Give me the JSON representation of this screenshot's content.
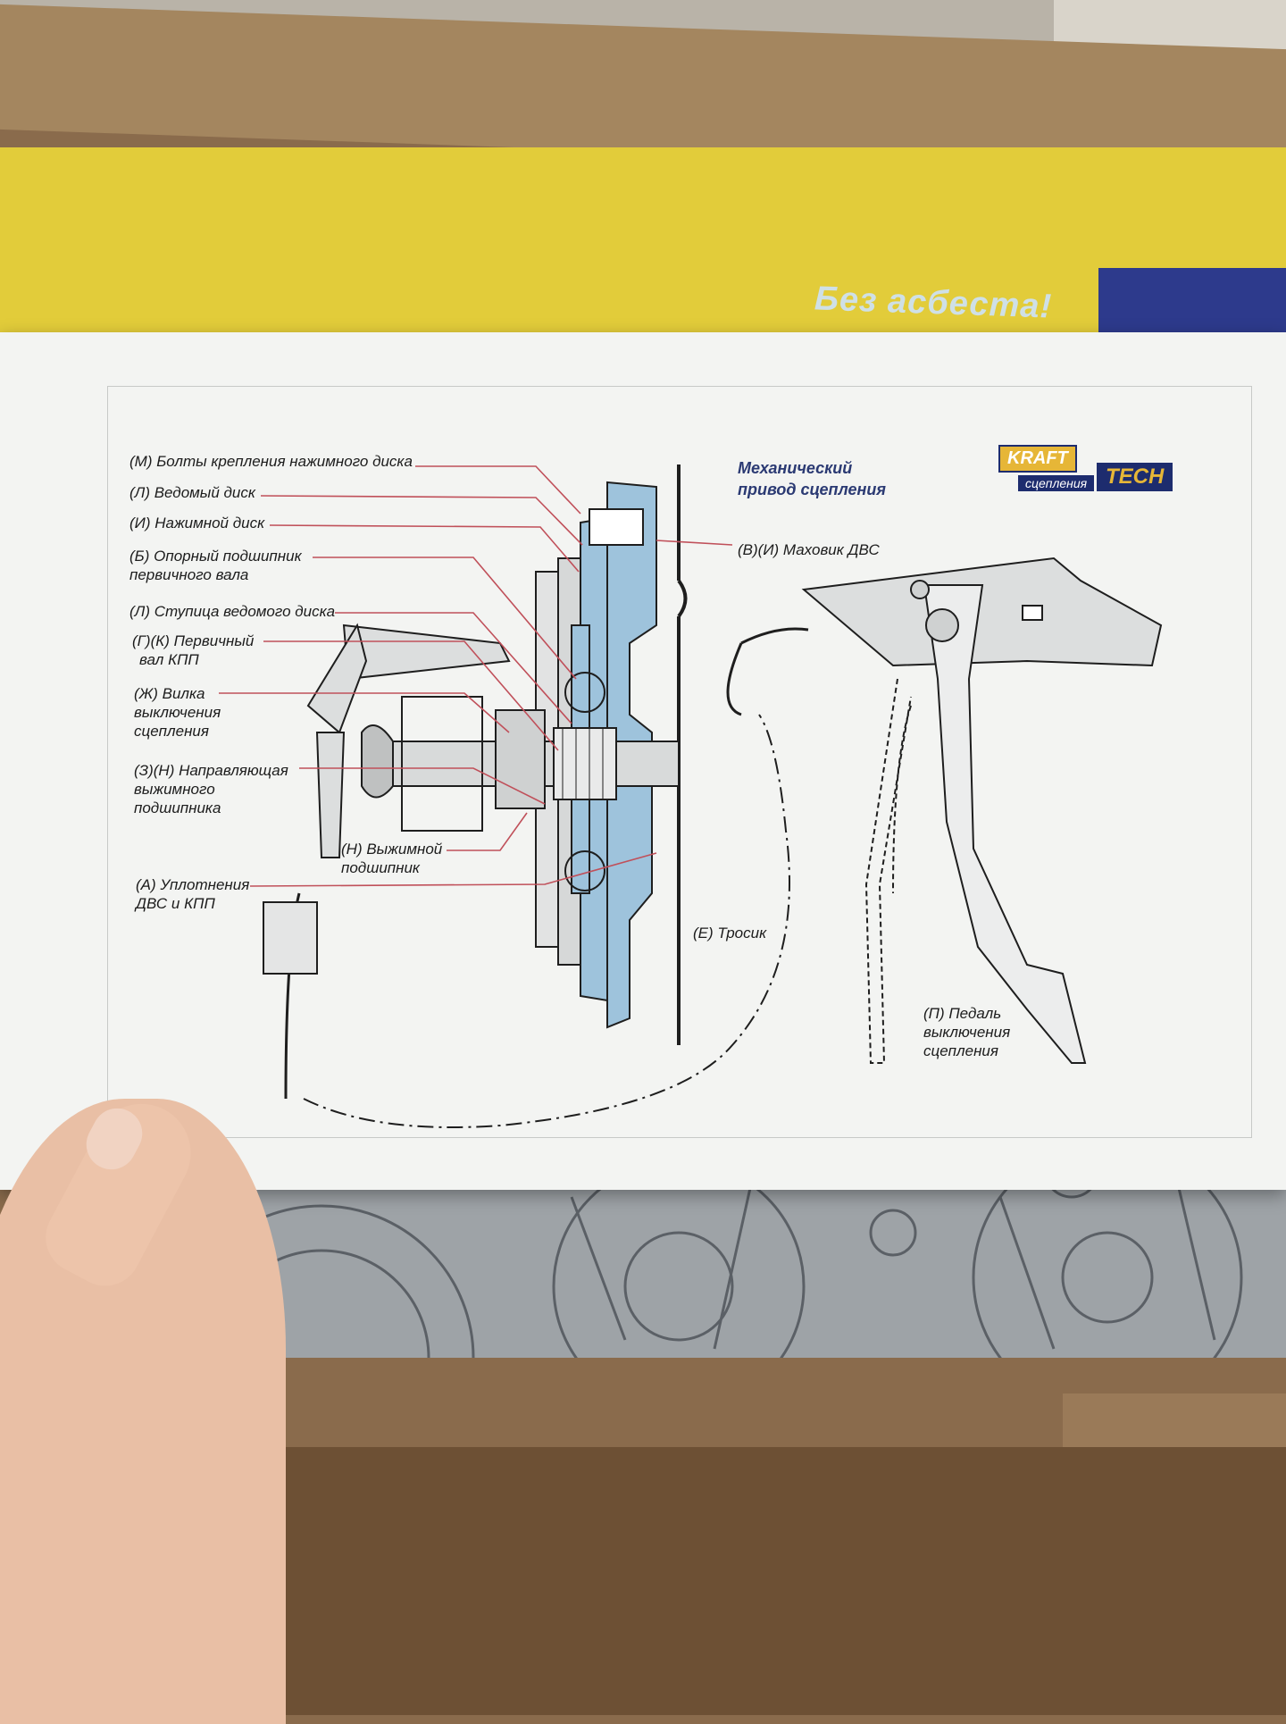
{
  "box": {
    "slogan": "Без асбеста!"
  },
  "diagram": {
    "title_line1": "Механический",
    "title_line2": "привод сцепления",
    "logo": {
      "kraft": "KRAFT",
      "tech": "TECH",
      "sub": "сцепления"
    },
    "labels": {
      "m": "(М) Болты крепления нажимного диска",
      "l1": "(Л) Ведомый диск",
      "i": "(И) Нажимной диск",
      "b1": "(Б) Опорный подшипник",
      "b2": "первичного вала",
      "l2": "(Л) Ступица ведомого диска",
      "g1": "(Г)(К) Первичный",
      "g2": "вал КПП",
      "zh1": "(Ж) Вилка",
      "zh2": "выключения",
      "zh3": "сцепления",
      "z1": "(З)(Н) Направляющая",
      "z2": "выжимного",
      "z3": "подшипника",
      "n1": "(Н) Выжимной",
      "n2": "подшипник",
      "a1": "(А) Уплотнения",
      "a2": "ДВС и КПП",
      "v": "(В)(И) Маховик ДВС",
      "e": "(Е) Тросик",
      "p1": "(П) Педаль",
      "p2": "выключения",
      "p3": "сцепления"
    }
  },
  "colors": {
    "accent_blue": "#9ec3dc",
    "leader_red": "#c0505a",
    "brand_yellow": "#e6b637",
    "brand_navy": "#1d2c6e"
  }
}
